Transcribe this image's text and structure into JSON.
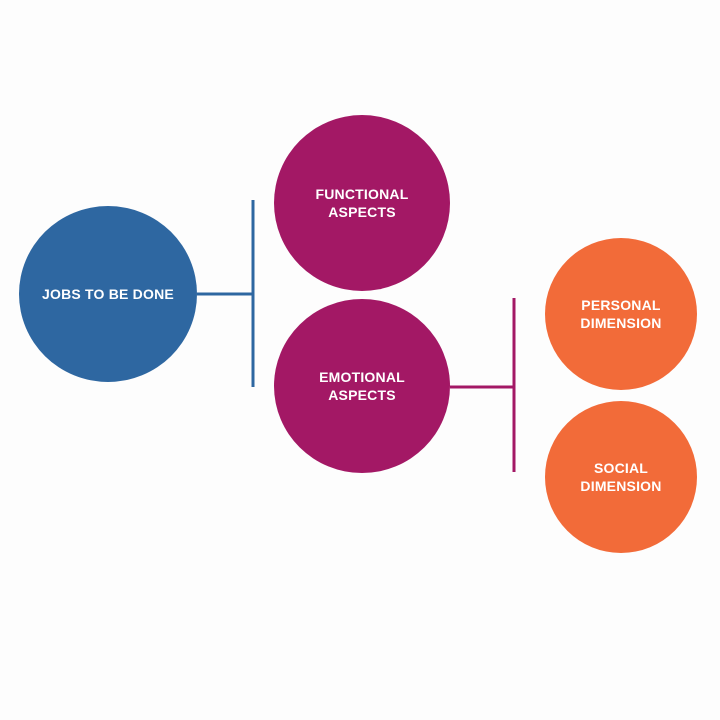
{
  "colors": {
    "background": "#fdfdfd",
    "root": "#2e67a1",
    "aspect": "#a31865",
    "dimension": "#f26b39",
    "connector_root": "#2e67a1",
    "connector_emotional": "#a31865"
  },
  "nodes": {
    "root": {
      "label": "JOBS TO BE DONE"
    },
    "functional": {
      "label": "FUNCTIONAL\nASPECTS"
    },
    "emotional": {
      "label": "EMOTIONAL\nASPECTS"
    },
    "personal": {
      "label": "PERSONAL\nDIMENSION"
    },
    "social": {
      "label": "SOCIAL\nDIMENSION"
    }
  }
}
